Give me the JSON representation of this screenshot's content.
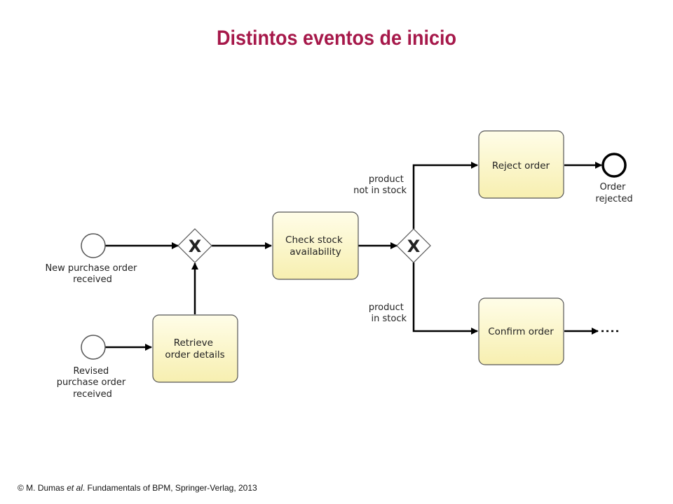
{
  "title": "Distintos eventos de inicio",
  "events": {
    "start_new": [
      "New purchase order",
      "received"
    ],
    "start_revised": [
      "Revised",
      "purchase order",
      "received"
    ],
    "end_rejected": [
      "Order",
      "rejected"
    ]
  },
  "tasks": {
    "retrieve": [
      "Retrieve",
      "order details"
    ],
    "check": [
      "Check stock",
      "availability"
    ],
    "reject": [
      "Reject order"
    ],
    "confirm": [
      "Confirm order"
    ]
  },
  "gateway_symbol": "X",
  "flows": {
    "not_in_stock": [
      "product",
      "not in stock"
    ],
    "in_stock": [
      "product",
      "in stock"
    ]
  },
  "footer": {
    "prefix": "© M. Dumas ",
    "et_al": "et al",
    "suffix": ". Fundamentals of BPM, Springer-Verlag,  2013"
  }
}
